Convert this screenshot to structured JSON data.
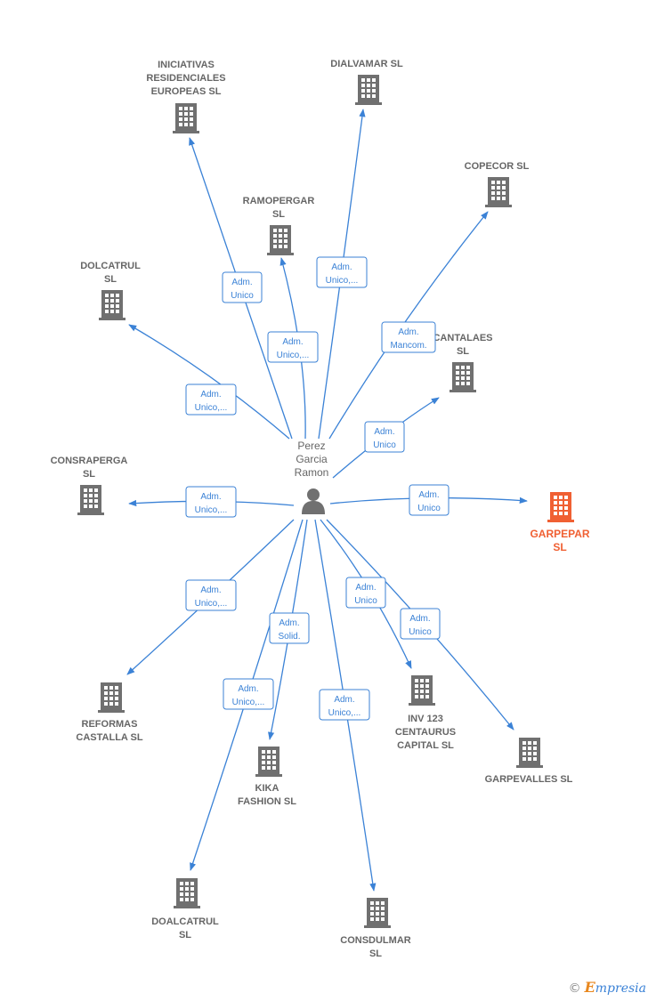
{
  "person": {
    "name_lines": [
      "Perez",
      "Garcia",
      "Ramon"
    ],
    "icon": "person-icon"
  },
  "companies": [
    {
      "id": "iniciativas",
      "lines": [
        "INICIATIVAS",
        "RESIDENCIALES",
        "EUROPEAS  SL"
      ],
      "role": [
        "Adm.",
        "Unico"
      ]
    },
    {
      "id": "dialvamar",
      "lines": [
        "DIALVAMAR  SL"
      ],
      "role": [
        "Adm.",
        "Unico,..."
      ]
    },
    {
      "id": "copecor",
      "lines": [
        "COPECOR SL"
      ],
      "role": [
        "Adm.",
        "Mancom."
      ]
    },
    {
      "id": "ramopergar",
      "lines": [
        "RAMOPERGAR",
        "SL"
      ],
      "role": [
        "Adm.",
        "Unico,..."
      ]
    },
    {
      "id": "dolcatrul",
      "lines": [
        "DOLCATRUL",
        "SL"
      ],
      "role": [
        "Adm.",
        "Unico,..."
      ]
    },
    {
      "id": "cantalaes",
      "lines": [
        "CANTALAES",
        "SL"
      ],
      "role": [
        "Adm.",
        "Unico"
      ]
    },
    {
      "id": "consraperga",
      "lines": [
        "CONSRAPERGA",
        "SL"
      ],
      "role": [
        "Adm.",
        "Unico,..."
      ]
    },
    {
      "id": "garpepar",
      "lines": [
        "GARPEPAR",
        "SL"
      ],
      "role": [
        "Adm.",
        "Unico"
      ],
      "highlight": true
    },
    {
      "id": "reformas",
      "lines": [
        "REFORMAS",
        "CASTALLA SL"
      ],
      "role": [
        "Adm.",
        "Unico,..."
      ]
    },
    {
      "id": "inv123",
      "lines": [
        "INV 123",
        "CENTAURUS",
        "CAPITAL  SL"
      ],
      "role": [
        "Adm.",
        "Unico"
      ]
    },
    {
      "id": "garpevalles",
      "lines": [
        "GARPEVALLES SL"
      ],
      "role": [
        "Adm.",
        "Unico"
      ]
    },
    {
      "id": "kika",
      "lines": [
        "KIKA",
        "FASHION  SL"
      ],
      "role": [
        "Adm.",
        "Solid."
      ]
    },
    {
      "id": "doalcatrul",
      "lines": [
        "DOALCATRUL",
        "SL"
      ],
      "role": [
        "Adm.",
        "Unico,..."
      ]
    },
    {
      "id": "consdulmar",
      "lines": [
        "CONSDULMAR",
        "SL"
      ],
      "role": [
        "Adm.",
        "Unico,..."
      ]
    }
  ],
  "colors": {
    "edge": "#3b82d6",
    "building": "#707070",
    "highlight": "#f06033",
    "text": "#666666"
  },
  "footer": {
    "copyright": "©",
    "brand_first": "E",
    "brand_rest": "mpresia"
  }
}
